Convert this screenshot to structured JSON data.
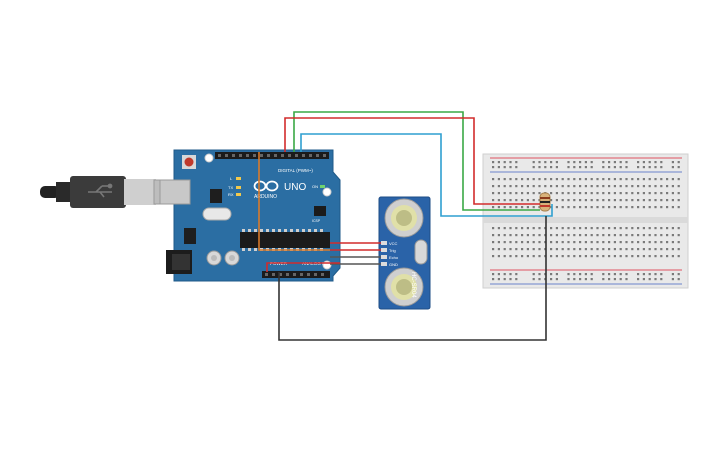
{
  "arduino": {
    "model": "UNO",
    "brand": "ARDUINO",
    "digital_label": "DIGITAL (PWM~)",
    "power_label": "POWER",
    "analog_label": "ANALOG IN",
    "tx": "TX",
    "rx": "RX",
    "on": "ON",
    "l": "L",
    "icsp": "ICSP"
  },
  "sensor": {
    "model": "HC-SR04",
    "pins": [
      "VCC",
      "Trig",
      "Echo",
      "GND"
    ]
  },
  "colors": {
    "board": "#2b6ea3",
    "sensor": "#2a63a8",
    "breadboard": "#e9e9e9",
    "wire_red": "#d22c2c",
    "wire_green": "#3aa845",
    "wire_blue": "#2f9fd0",
    "wire_orange": "#d97a2a",
    "wire_black": "#333333"
  }
}
